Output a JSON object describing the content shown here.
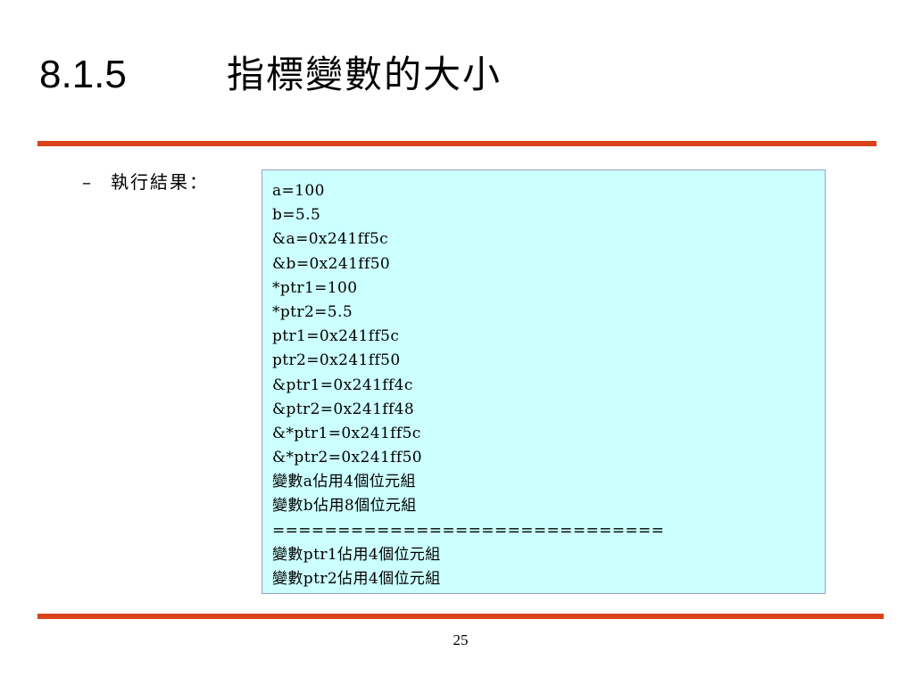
{
  "colors": {
    "accent_rule": "#d9421b",
    "output_background": "#ccffff",
    "output_border": "#9aa0c8",
    "text": "#000000"
  },
  "slide": {
    "section_number": "8.1.5",
    "title": "指標變數的大小",
    "bullet_marker": "–",
    "bullet_label": "執行結果：",
    "page_number": "25"
  },
  "output": {
    "lines": [
      "a=100",
      "b=5.5",
      "&a=0x241ff5c",
      "&b=0x241ff50",
      "*ptr1=100",
      "*ptr2=5.5",
      "ptr1=0x241ff5c",
      "ptr2=0x241ff50",
      "&ptr1=0x241ff4c",
      "&ptr2=0x241ff48",
      "&*ptr1=0x241ff5c",
      "&*ptr2=0x241ff50",
      "變數a佔用4個位元組",
      "變數b佔用8個位元組",
      "==============================",
      "變數ptr1佔用4個位元組",
      "變數ptr2佔用4個位元組"
    ]
  }
}
